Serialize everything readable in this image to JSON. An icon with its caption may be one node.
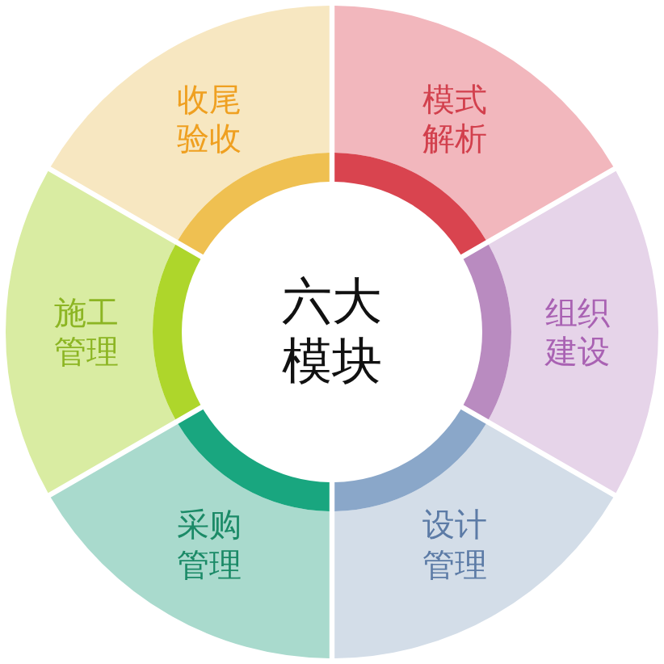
{
  "diagram": {
    "nodes": [
      {
        "text": [
          "六大模块"
        ]
      },
      {
        "text": [
          "模式解析"
        ]
      },
      {
        "text": [
          "组织建设"
        ]
      },
      {
        "text": [
          "设计管理"
        ]
      },
      {
        "text": [
          "采购管理"
        ]
      },
      {
        "text": [
          "施工管理"
        ]
      },
      {
        "text": [
          "收尾验收"
        ]
      }
    ]
  }
}
